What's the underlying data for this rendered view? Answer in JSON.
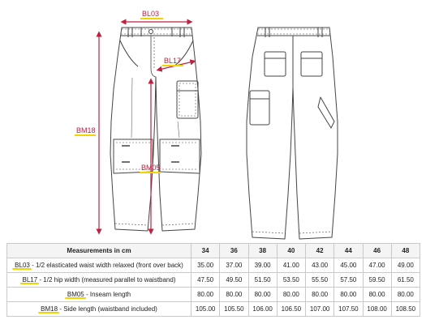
{
  "figure": {
    "front_labels": {
      "waist": "BL03",
      "hip": "BL17",
      "inseam": "BM05",
      "side": "BM18"
    },
    "colors": {
      "accent_red": "#c0203f",
      "highlight_yellow": "#f2d400",
      "outline": "#444444"
    }
  },
  "table": {
    "header": "Measurements in cm",
    "sizes": [
      "34",
      "36",
      "38",
      "40",
      "42",
      "44",
      "46",
      "48"
    ],
    "rows": [
      {
        "code": "BL03",
        "desc": " - 1/2 elasticated waist width relaxed (front over back)",
        "values": [
          "35.00",
          "37.00",
          "39.00",
          "41.00",
          "43.00",
          "45.00",
          "47.00",
          "49.00"
        ]
      },
      {
        "code": "BL17",
        "desc": " - 1/2 hip width (measured parallel to waistband)",
        "values": [
          "47.50",
          "49.50",
          "51.50",
          "53.50",
          "55.50",
          "57.50",
          "59.50",
          "61.50"
        ]
      },
      {
        "code": "BM05",
        "desc": " - Inseam length",
        "values": [
          "80.00",
          "80.00",
          "80.00",
          "80.00",
          "80.00",
          "80.00",
          "80.00",
          "80.00"
        ]
      },
      {
        "code": "BM18",
        "desc": " - Side length (waistband included)",
        "values": [
          "105.00",
          "105.50",
          "106.00",
          "106.50",
          "107.00",
          "107.50",
          "108.00",
          "108.50"
        ]
      }
    ]
  }
}
